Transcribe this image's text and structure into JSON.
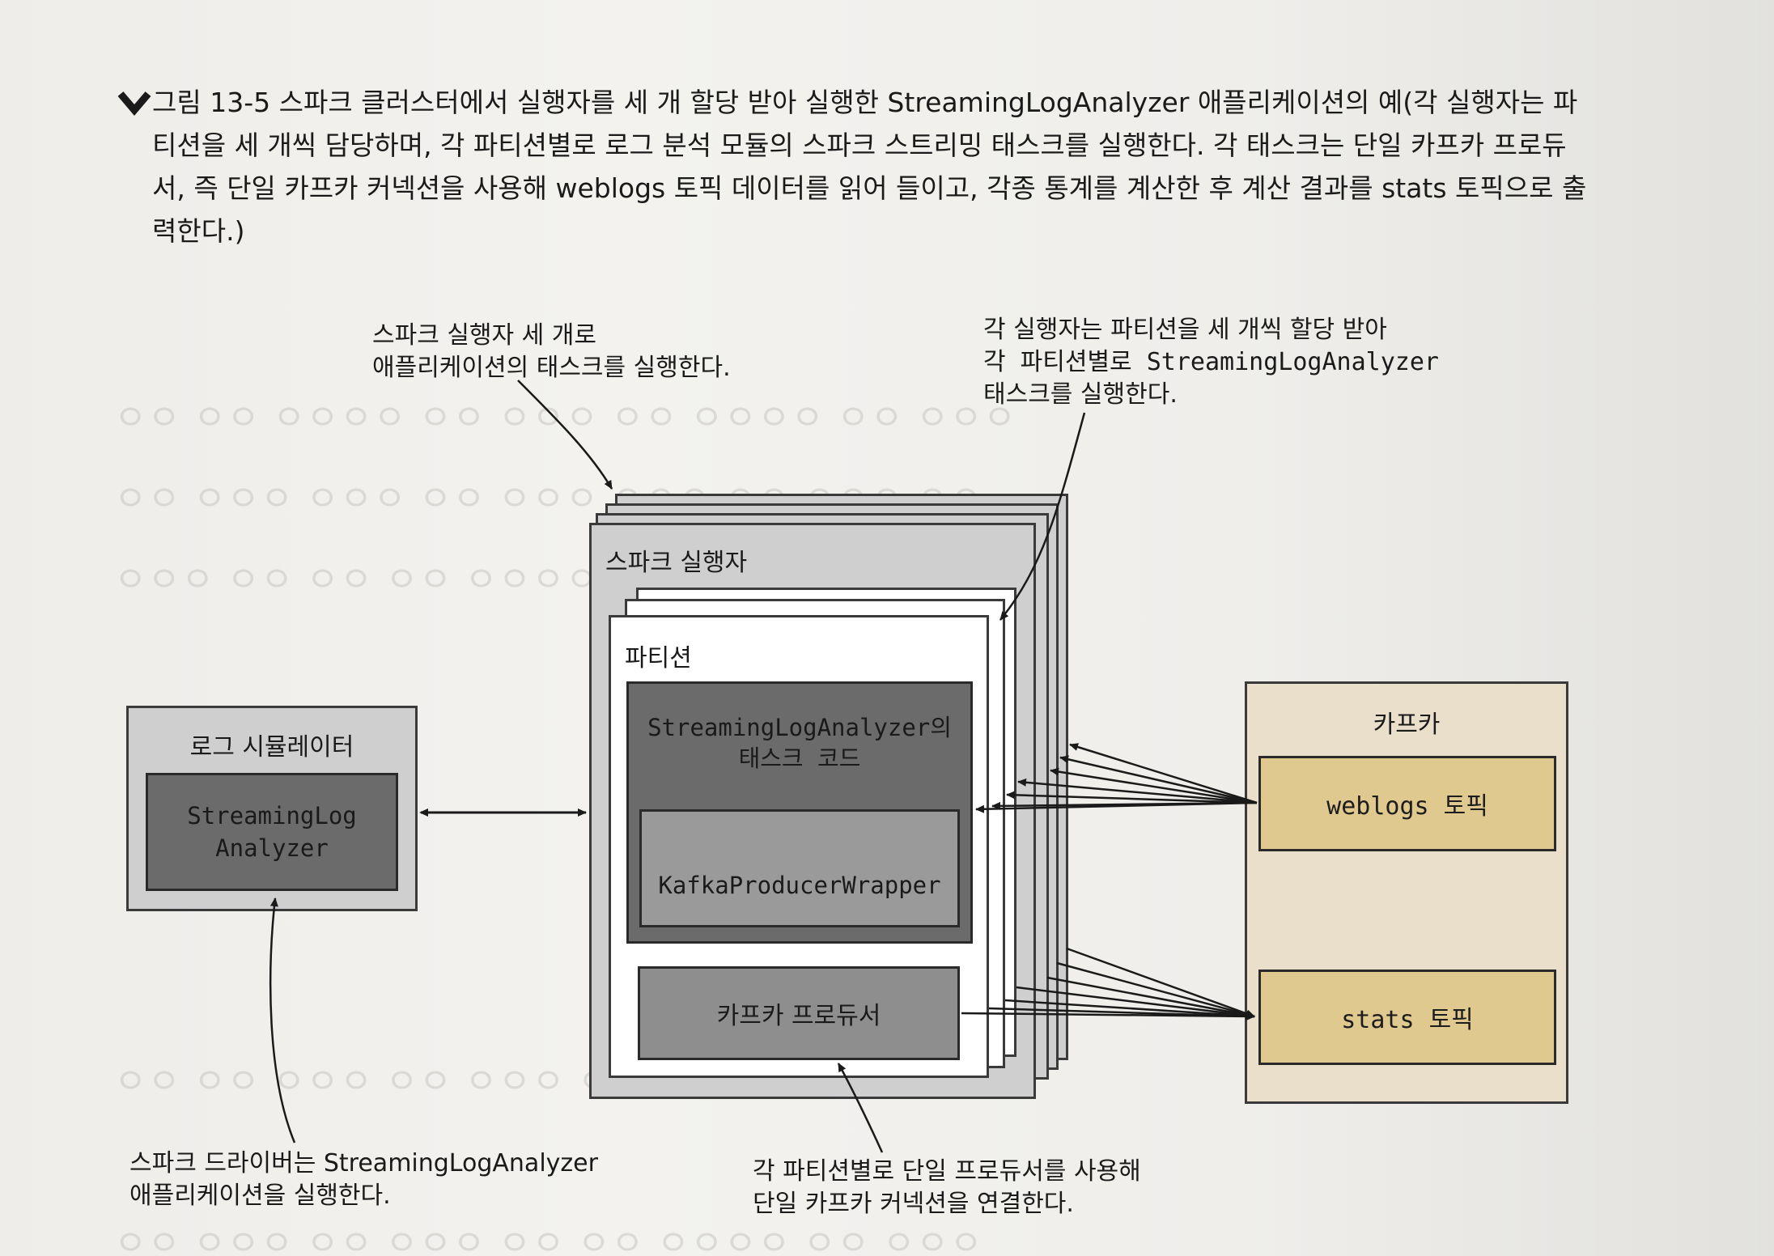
{
  "caption": {
    "lines": [
      "그림 13-5 스파크 클러스터에서 실행자를 세 개 할당 받아 실행한 StreamingLogAnalyzer 애플리케이션의 예(각 실행자는 파",
      "티션을 세 개씩 담당하며, 각 파티션별로 로그 분석 모듈의 스파크 스트리밍 태스크를 실행한다. 각 태스크는 단일 카프카 프로듀",
      "서, 즉 단일 카프카 커넥션을 사용해 weblogs 토픽 데이터를 읽어 들이고, 각종 통계를 계산한 후 계산 결과를 stats 토픽으로 출",
      "력한다.)"
    ]
  },
  "diagram": {
    "log_simulator": {
      "title": "로그 시뮬레이터",
      "inner_lines": [
        "StreamingLog",
        "Analyzer"
      ]
    },
    "executor": {
      "title": "스파크 실행자"
    },
    "partition": {
      "title": "파티션",
      "task_code_lines": [
        "StreamingLogAnalyzer의",
        "태스크 코드"
      ],
      "wrapper": "KafkaProducerWrapper",
      "producer": "카프카 프로듀서"
    },
    "kafka": {
      "title": "카프카",
      "topic_weblogs": "weblogs 토픽",
      "topic_stats": "stats 토픽"
    },
    "notes": {
      "executors": [
        "스파크 실행자 세 개로",
        "애플리케이션의 태스크를 실행한다."
      ],
      "partitions": [
        "각 실행자는 파티션을 세 개씩 할당 받아",
        "각 파티션별로 StreamingLogAnalyzer",
        "태스크를 실행한다."
      ],
      "driver": [
        "스파크 드라이버는 StreamingLogAnalyzer",
        "애플리케이션을 실행한다."
      ],
      "producer": [
        "각 파티션별로 단일 프로듀서를 사용해",
        "단일 카프카 커넥션을 연결한다."
      ]
    },
    "colors": {
      "executor_fill": "#cfcfcf",
      "partition_fill": "#ffffff",
      "task_fill": "#6b6b6b",
      "wrapper_fill": "#9a9a9a",
      "producer_fill": "#8e8e8e",
      "kafka_fill": "#eadfca",
      "topic_fill": "#e0c98f",
      "simulator_outer": "#cfcfcf",
      "simulator_inner": "#6b6b6b"
    }
  }
}
